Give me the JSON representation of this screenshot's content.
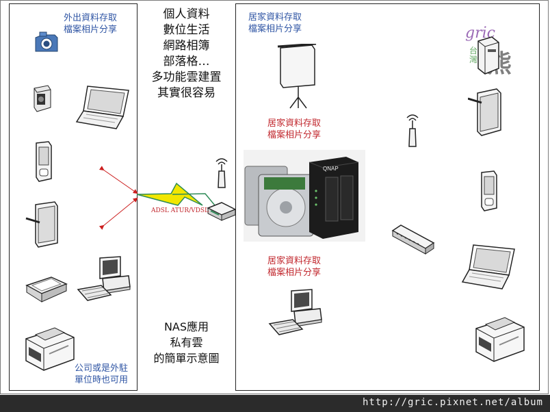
{
  "left_panel": {
    "top_caption_lines": [
      "外出資料存取",
      "檔案相片分享"
    ],
    "bottom_caption_lines": [
      "公司或是外駐",
      "單位時也可用"
    ]
  },
  "middle": {
    "top_text_lines": [
      "個人資料",
      "數位生活",
      "網路相簿",
      "部落格…",
      "多功能雲建置",
      "其實很容易"
    ],
    "bottom_text_lines": [
      "NAS應用",
      "私有雲",
      "的簡單示意圖"
    ],
    "router_label": "ADSL ATUR/VDSL"
  },
  "right_panel": {
    "top_caption_lines": [
      "居家資料存取",
      "檔案相片分享"
    ],
    "nas_caption_lines": [
      "居家資料存取",
      "檔案相片分享"
    ],
    "pc_caption_lines": [
      "居家資料存取",
      "檔案相片分享"
    ],
    "nas_brand": "QNAP"
  },
  "watermark": {
    "latin": "gric",
    "cjk_small": [
      "台",
      "灣"
    ],
    "cjk_large": "熊"
  },
  "footer": {
    "url": "http://gric.pixnet.net/album"
  },
  "colors": {
    "caption_blue": "#2f55a4",
    "caption_red": "#c1272d",
    "footer_bg": "#2b2b2b",
    "signal_green": "#2e8b57",
    "signal_yellow": "#f2e600"
  },
  "icons": [
    "camera-icon",
    "camcorder-icon",
    "laptop-icon",
    "pda-icon",
    "tablet-icon",
    "desktop-pc-icon",
    "scanner-icon",
    "printer-icon",
    "projector-screen-icon",
    "antenna-icon",
    "router-icon",
    "network-switch-icon",
    "nas-device-icon",
    "lightning-icon"
  ]
}
